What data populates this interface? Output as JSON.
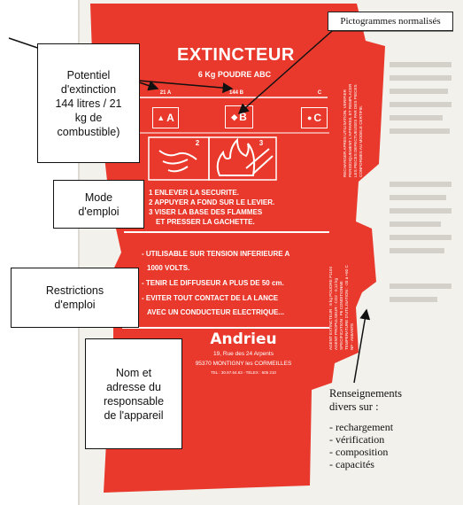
{
  "label": {
    "title": "EXTINCTEUR",
    "subtitle": "6 Kg  POUDRE  ABC",
    "classes": {
      "a": "21 A",
      "b": "144 B",
      "c": "C"
    },
    "pictograms": {
      "a": "A",
      "b": "B",
      "c": "C"
    },
    "step_numbers": {
      "s2": "2",
      "s3": "3"
    },
    "instructions": [
      "1 ENLEVER LA SECURITE.",
      "2 APPUYER A FOND SUR LE LEVIER.",
      "3 VISER LA BASE DES FLAMMES",
      "ET PRESSER LA GACHETTE."
    ],
    "restrictions": [
      "- UTILISABLE SUR TENSION INFERIEURE A",
      "1000 VOLTS.",
      "- TENIR LE DIFFUSEUR A PLUS DE 50 cm.",
      "- EVITER TOUT CONTACT DE LA LANCE",
      "AVEC UN CONDUCTEUR ELECTRIQUE..."
    ],
    "brand": "Andrieu",
    "address_line1": "19, Rue des 24 Arpents",
    "address_line2": "95370 MONTIGNY les CORMEILLES",
    "address_line3": "TEL : 30.97.64.63 - TELEX : 605 210",
    "side_text_top": [
      "RECHARGER APRES UTILISATION. VERIFIER",
      "PERIODIQUEMENT L'APPAREIL ET REMPLACER",
      "LES PIECES DEFECTUEUSES PAR DES PIECES",
      "CONFORMES AU MODELE CERTIFIE."
    ],
    "side_text_bottom": [
      "AGENT EXTINCTEUR : 6 kg POUDRE P1104",
      "AGENT PROPULSEUR : CO2 - 0,12 kg",
      "SPECIFICATION : P6 CONDITIONNE",
      "TEMPERATURE D'UTILISATION : -20 a +60 C",
      "NF - AMIANTE"
    ]
  },
  "annotations": {
    "potentiel": "Potentiel\nd'extinction\n144 litres / 21\nkg de\ncombustible)",
    "mode": "Mode\nd'emploi",
    "restrictions": "Restrictions\nd'emploi",
    "nom": "Nom et\nadresse du\nresponsable\nde l'appareil",
    "pictogrammes": "Pictogrammes normalisés"
  },
  "info": {
    "heading_line1": "Renseignements",
    "heading_line2": "divers sur :",
    "items": [
      "- rechargement",
      "- vérification",
      "- composition",
      "- capacités"
    ]
  },
  "colors": {
    "label_red": "#e8392c",
    "label_white": "#ffffff",
    "paper": "#f2f1ec"
  }
}
